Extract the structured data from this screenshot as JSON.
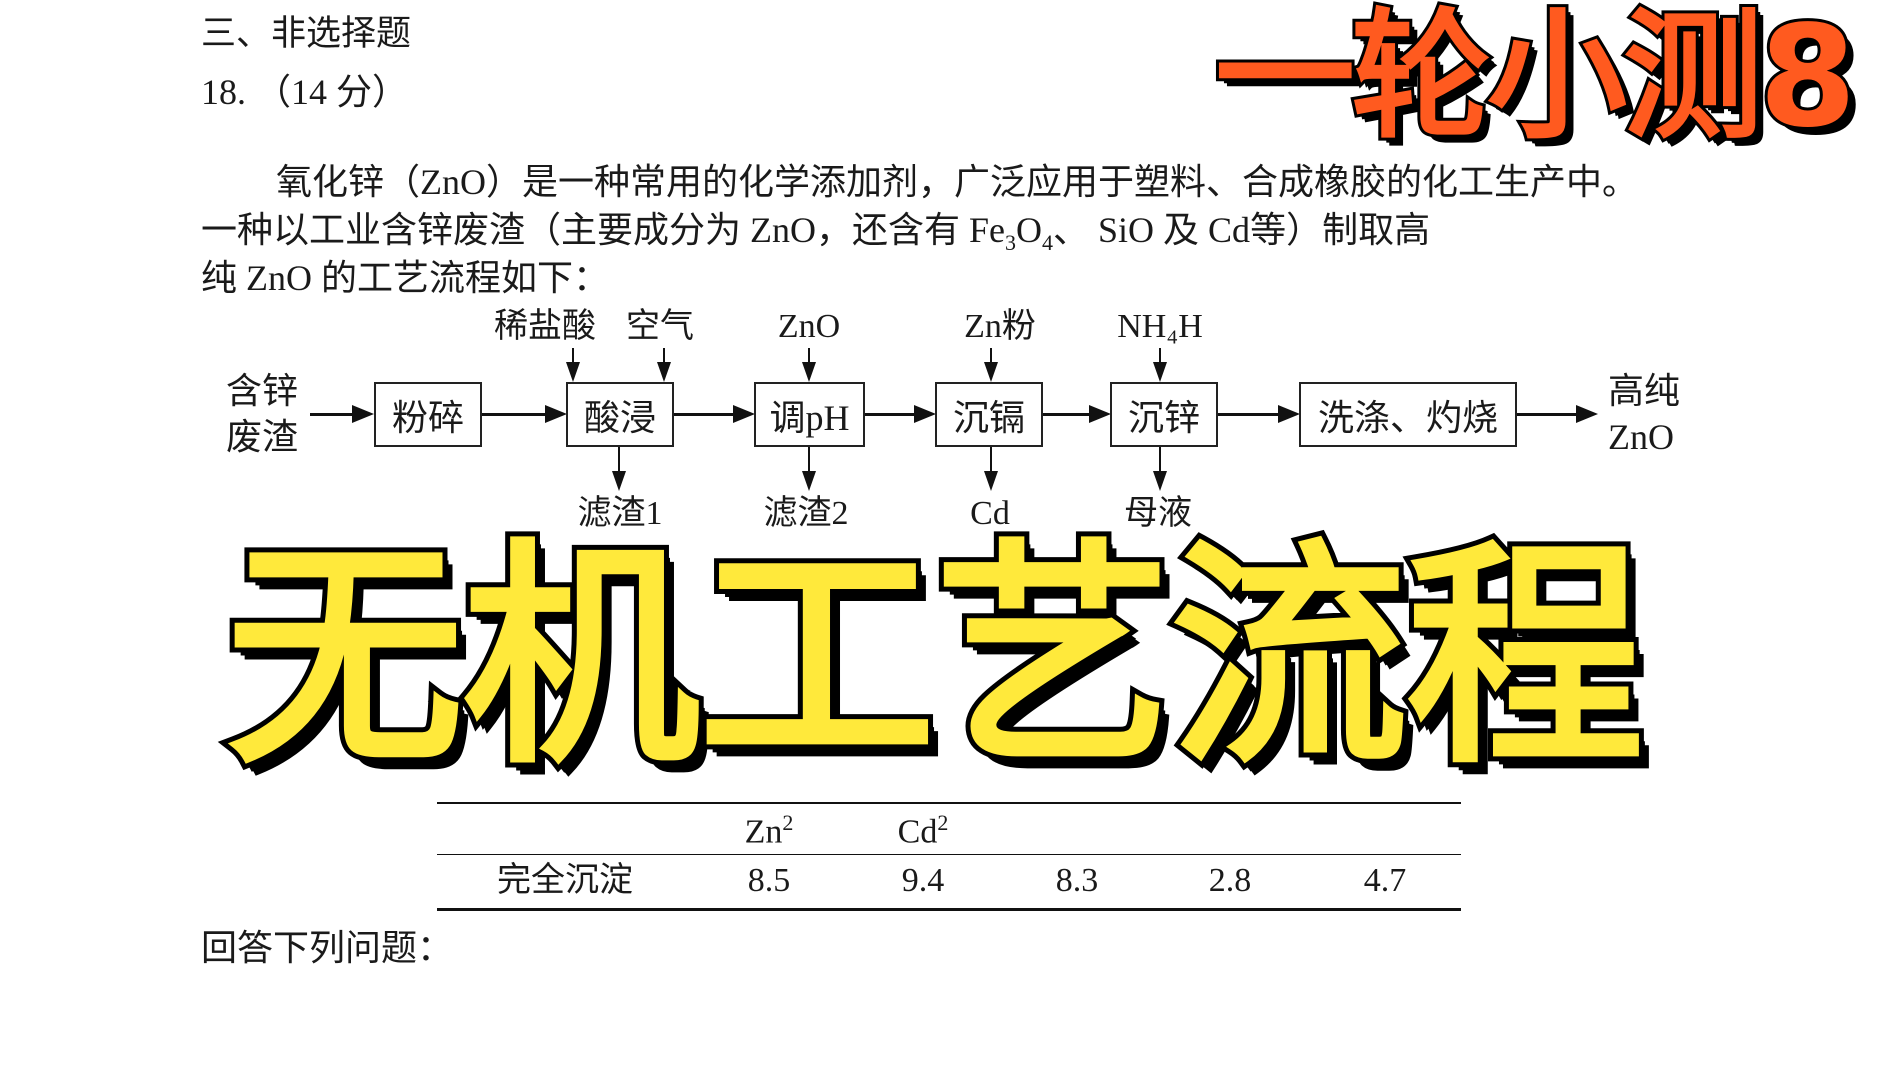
{
  "section_title": "三、非选择题",
  "question": {
    "number": "18.",
    "points": "（14 分）"
  },
  "paragraph": {
    "line1": "氧化锌（ZnO）是一种常用的化学添加剂，广泛应用于塑料、合成橡胶的化工生产中。",
    "line2_a": "一种以工业含锌废渣（主要成分为 ZnO，还含有 Fe",
    "line2_sub1": "3",
    "line2_b": "O",
    "line2_sub2": "4",
    "line2_c": "、",
    "line2_d": "SiO",
    "line2_e": "及 Cd",
    "line2_f": "等）制取高",
    "line3": "纯 ZnO 的工艺流程如下："
  },
  "flow": {
    "start": [
      "含锌",
      "废渣"
    ],
    "end": [
      "高纯",
      "ZnO"
    ],
    "steps": [
      "粉碎",
      "酸浸",
      "调pH",
      "沉镉",
      "沉锌",
      "洗涤、灼烧"
    ],
    "inputs": [
      "稀盐酸",
      "空气",
      "ZnO",
      "Zn粉",
      "NH₄H"
    ],
    "outputs": [
      "滤渣1",
      "滤渣2",
      "Cd",
      "母液"
    ]
  },
  "table": {
    "visible_header_cells": [
      "Zn",
      "Cd"
    ],
    "header_sup": "2",
    "row_label": "完全沉淀",
    "values": [
      "8.5",
      "9.4",
      "8.3",
      "2.8",
      "4.7"
    ]
  },
  "prompt": "回答下列问题：",
  "overlay": {
    "subtitle": "一轮小测8",
    "title": "无机工艺流程",
    "subtitle_color": "#FF5A1F",
    "title_color": "#FFE93B"
  }
}
